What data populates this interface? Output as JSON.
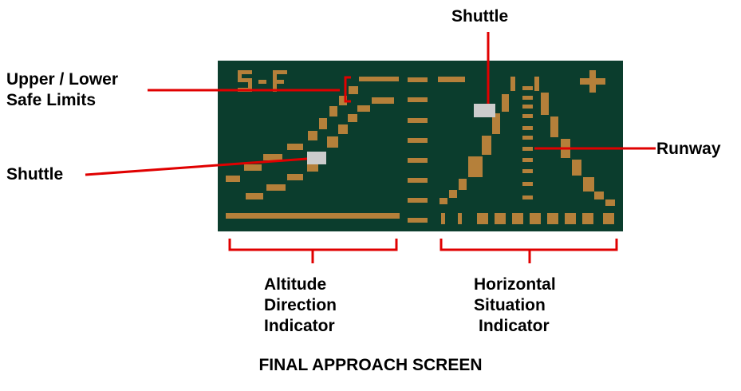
{
  "title": "FINAL APPROACH SCREEN",
  "display": {
    "screen_code": "5-F",
    "background_color": "#0b3d2d",
    "pixel_color": "#b5803a",
    "shuttle_color": "#cccccc"
  },
  "callout_color": "#e00000",
  "labels": {
    "shuttle_top": "Shuttle",
    "limits_line1": "Upper / Lower",
    "limits_line2": "Safe Limits",
    "shuttle_left": "Shuttle",
    "runway": "Runway",
    "adi_line1": "Altitude",
    "adi_line2": "Direction",
    "adi_line3": "Indicator",
    "hsi_line1": "Horizontal",
    "hsi_line2": "Situation",
    "hsi_line3": "Indicator"
  }
}
